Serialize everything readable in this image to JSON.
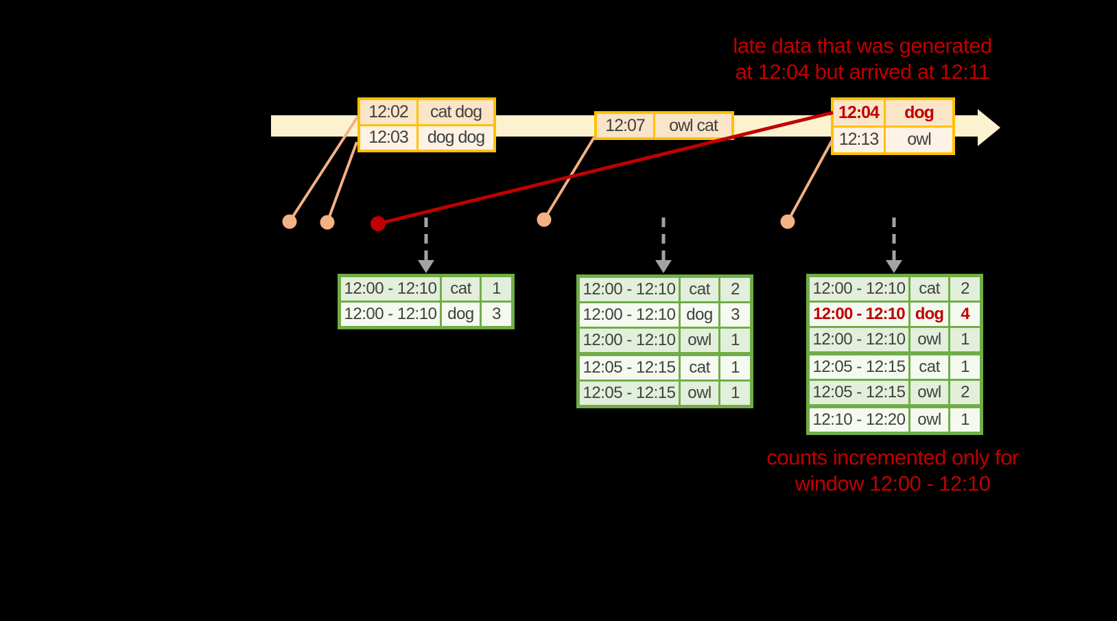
{
  "annotations": {
    "late_data_line1": "late data that was generated",
    "late_data_line2": "at 12:04 but arrived at 12:11",
    "counts_line1": "counts incremented only for",
    "counts_line2": "window 12:00 - 12:10"
  },
  "colors": {
    "background": "#000000",
    "highlight_red": "#c00000",
    "timeline_band": "#fdf2cf",
    "event_border": "#ffc000",
    "event_row_dark": "#fbe5c9",
    "event_row_light": "#fdf2e4",
    "table_border": "#70ad47",
    "table_row_dark": "#e2efda",
    "table_row_light": "#f5faf0",
    "connector": "#f4b183",
    "trigger_arrow_gray": "#a3a3a3",
    "text_dark": "#404040"
  },
  "events": [
    {
      "rows": [
        {
          "time": "12:02",
          "words": "cat dog",
          "highlight": false
        },
        {
          "time": "12:03",
          "words": "dog dog",
          "highlight": false
        }
      ]
    },
    {
      "rows": [
        {
          "time": "12:07",
          "words": "owl cat",
          "highlight": false
        }
      ]
    },
    {
      "rows": [
        {
          "time": "12:04",
          "words": "dog",
          "highlight": true
        },
        {
          "time": "12:13",
          "words": "owl",
          "highlight": false
        }
      ]
    }
  ],
  "result_tables": [
    {
      "rows": [
        {
          "window": "12:00 - 12:10",
          "word": "cat",
          "count": "1",
          "highlight": false,
          "group_start": false
        },
        {
          "window": "12:00 - 12:10",
          "word": "dog",
          "count": "3",
          "highlight": false,
          "group_start": false
        }
      ]
    },
    {
      "rows": [
        {
          "window": "12:00 - 12:10",
          "word": "cat",
          "count": "2",
          "highlight": false,
          "group_start": false
        },
        {
          "window": "12:00 - 12:10",
          "word": "dog",
          "count": "3",
          "highlight": false,
          "group_start": false
        },
        {
          "window": "12:00 - 12:10",
          "word": "owl",
          "count": "1",
          "highlight": false,
          "group_start": false
        },
        {
          "window": "12:05 - 12:15",
          "word": "cat",
          "count": "1",
          "highlight": false,
          "group_start": true
        },
        {
          "window": "12:05 - 12:15",
          "word": "owl",
          "count": "1",
          "highlight": false,
          "group_start": false
        }
      ]
    },
    {
      "rows": [
        {
          "window": "12:00 - 12:10",
          "word": "cat",
          "count": "2",
          "highlight": false,
          "group_start": false
        },
        {
          "window": "12:00 - 12:10",
          "word": "dog",
          "count": "4",
          "highlight": true,
          "group_start": false
        },
        {
          "window": "12:00 - 12:10",
          "word": "owl",
          "count": "1",
          "highlight": false,
          "group_start": false
        },
        {
          "window": "12:05 - 12:15",
          "word": "cat",
          "count": "1",
          "highlight": false,
          "group_start": true
        },
        {
          "window": "12:05 - 12:15",
          "word": "owl",
          "count": "2",
          "highlight": false,
          "group_start": false
        },
        {
          "window": "12:10 - 12:20",
          "word": "owl",
          "count": "1",
          "highlight": false,
          "group_start": true
        }
      ]
    }
  ]
}
